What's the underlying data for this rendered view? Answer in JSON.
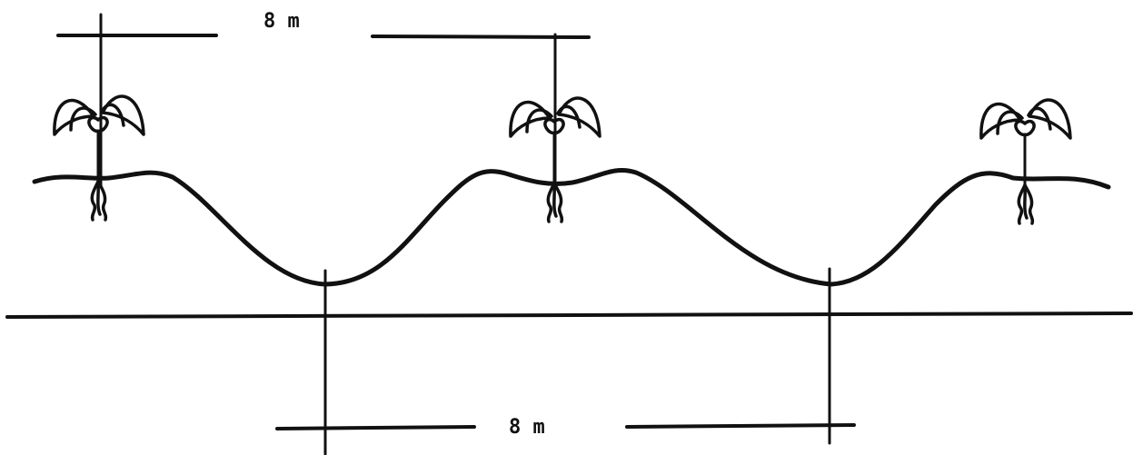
{
  "dimensions": {
    "top_spacing": "8 m",
    "bottom_spacing": "8 m"
  },
  "colors": {
    "ink": "#111111",
    "background": "#ffffff"
  },
  "plants": [
    {
      "name": "plant-seedling-left"
    },
    {
      "name": "plant-seedling-middle"
    },
    {
      "name": "plant-seedling-right"
    }
  ]
}
